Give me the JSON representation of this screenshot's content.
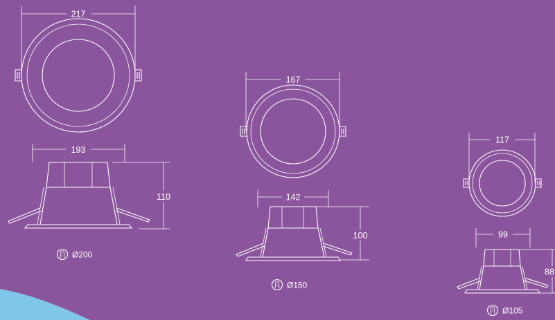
{
  "colors": {
    "background": "#8a559c",
    "line": "#ffffff",
    "accent_swoosh": "#7fc6ea"
  },
  "models": [
    {
      "top_diameter": "217",
      "base_width": "193",
      "height": "110",
      "cutout": "Ø200",
      "cutout_icon": "cutout-hole-icon"
    },
    {
      "top_diameter": "167",
      "base_width": "142",
      "height": "100",
      "cutout": "Ø150",
      "cutout_icon": "cutout-hole-icon"
    },
    {
      "top_diameter": "117",
      "base_width": "99",
      "height": "88",
      "cutout": "Ø105",
      "cutout_icon": "cutout-hole-icon"
    }
  ]
}
